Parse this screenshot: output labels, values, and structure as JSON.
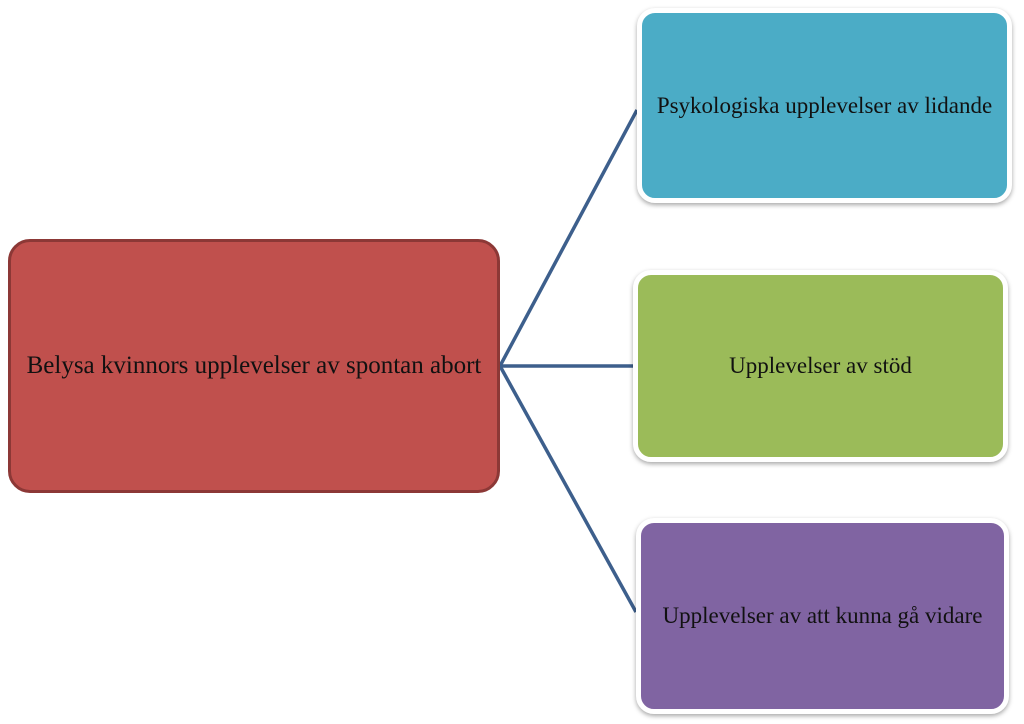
{
  "diagram": {
    "root": {
      "label": "Belysa kvinnors upplevelser av spontan abort",
      "color": "#c0504d"
    },
    "children": [
      {
        "label": "Psykologiska upplevelser av lidande",
        "color": "#4bacc6"
      },
      {
        "label": "Upplevelser av stöd",
        "color": "#9bbb59"
      },
      {
        "label": "Upplevelser av att kunna gå vidare",
        "color": "#8064a2"
      }
    ],
    "connector_color": "#3d5f8c"
  }
}
